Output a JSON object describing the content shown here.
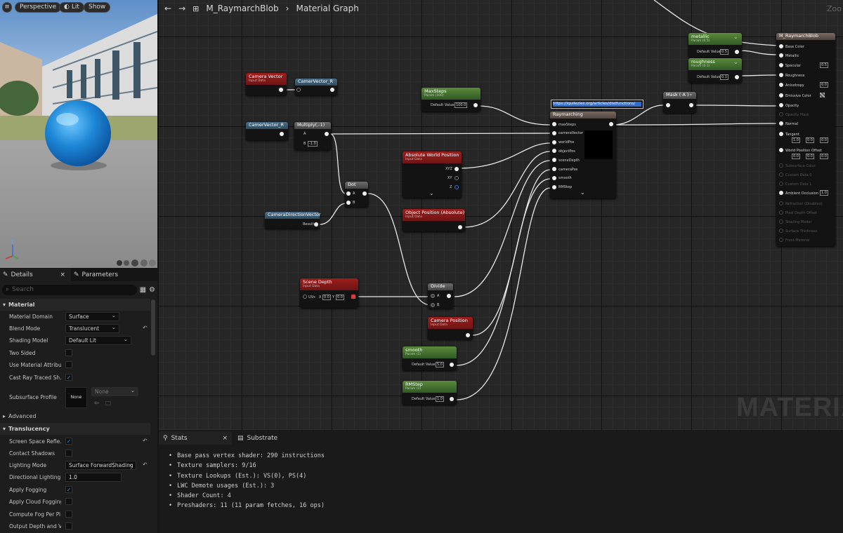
{
  "viewport": {
    "buttons": {
      "perspective": "Perspective",
      "lit": "Lit",
      "show": "Show"
    }
  },
  "details": {
    "tabs": {
      "details": "Details",
      "parameters": "Parameters"
    },
    "search_placeholder": "Search",
    "sections": {
      "material": "Material",
      "advanced": "Advanced",
      "translucency": "Translucency"
    },
    "material_rows": [
      {
        "label": "Material Domain",
        "value": "Surface"
      },
      {
        "label": "Blend Mode",
        "value": "Translucent"
      },
      {
        "label": "Shading Model",
        "value": "Default Lit"
      },
      {
        "label": "Two Sided",
        "checked": false
      },
      {
        "label": "Use Material Attribu...",
        "checked": false
      },
      {
        "label": "Cast Ray Traced Sh...",
        "checked": true
      },
      {
        "label": "Subsurface Profile",
        "value": "None",
        "thumb": "None"
      }
    ],
    "translucency_rows": [
      {
        "label": "Screen Space Refle...",
        "checked": true
      },
      {
        "label": "Contact Shadows",
        "checked": false
      },
      {
        "label": "Lighting Mode",
        "value": "Surface ForwardShading"
      },
      {
        "label": "Directional Lighting...",
        "value": "1.0"
      },
      {
        "label": "Apply Fogging",
        "checked": true
      },
      {
        "label": "Apply Cloud Fogging",
        "checked": false
      },
      {
        "label": "Compute Fog Per Pi...",
        "checked": false
      },
      {
        "label": "Output Depth and V...",
        "checked": false
      }
    ]
  },
  "graph": {
    "breadcrumb": {
      "asset": "M_RaymarchBlob",
      "graph": "Material Graph"
    },
    "zoom_label": "Zoo",
    "watermark": "MATERIA",
    "nodes": {
      "camera_vector": {
        "title": "Camera Vector",
        "sub": "Input Data"
      },
      "camervector_r_top": {
        "title": "CamerVector_R"
      },
      "camervector_r": {
        "title": "CamerVector_R"
      },
      "multiply": {
        "title": "Multiply(,-1)",
        "a": "A",
        "b": "B",
        "b_val": "-1.0"
      },
      "dot": {
        "title": "Dot",
        "a": "A",
        "b": "B"
      },
      "camera_direction": {
        "title": "CameraDirectionVector",
        "out": "Result"
      },
      "maxsteps": {
        "title": "MaxSteps",
        "sub": "Param (100)",
        "label": "Default Value",
        "value": "100.0"
      },
      "abs_world_pos": {
        "title": "Absolute World Position",
        "sub": "Input Data",
        "xyz": "XYZ",
        "xy": "XY",
        "z": "Z"
      },
      "object_pos": {
        "title": "Object Position (Absolute)",
        "sub": "Input Data"
      },
      "scene_depth": {
        "title": "Scene Depth",
        "sub": "Input Data",
        "uvs": "UVs",
        "x": "0.0",
        "y": "0.0"
      },
      "divide": {
        "title": "Divide",
        "a": "A",
        "b": "B"
      },
      "camera_position": {
        "title": "Camera Position",
        "sub": "Input Data"
      },
      "smooth": {
        "title": "smooth",
        "sub": "Param (1)",
        "label": "Default Value",
        "value": "5.0"
      },
      "rmstep": {
        "title": "RMStep",
        "sub": "Param (1)",
        "label": "Default Value",
        "value": "1.0"
      },
      "comment_link": "https://iquilezles.org/articles/distfunctions/",
      "raymarching": {
        "title": "Raymarching",
        "inputs": [
          "maxSteps",
          "cameraVector",
          "worldPos",
          "objectPos",
          "sceneDepth",
          "cameraPos",
          "smooth",
          "RMStep"
        ]
      },
      "mask": {
        "title": "Mask ( A )"
      },
      "metallic": {
        "title": "metallic",
        "sub": "Param (0.5)",
        "label": "Default Value",
        "value": "0.5"
      },
      "roughness": {
        "title": "roughness",
        "sub": "Param (0.1)",
        "label": "Default Value",
        "value": "0.1"
      },
      "result": {
        "title": "M_RaymarchBlob",
        "pins": [
          {
            "label": "Base Color"
          },
          {
            "label": "Metallic"
          },
          {
            "label": "Specular",
            "value": "0.5"
          },
          {
            "label": "Roughness"
          },
          {
            "label": "Anisotropy",
            "value": "0.0"
          },
          {
            "label": "Emissive Color"
          },
          {
            "label": "Opacity"
          },
          {
            "label": "Opacity Mask",
            "dim": true
          },
          {
            "label": "Normal"
          },
          {
            "label": "Tangent",
            "vec": [
              "1.0",
              "0.0",
              "0.0"
            ]
          },
          {
            "label": "World Position Offset",
            "vec": [
              "0.0",
              "0.0",
              "0.0"
            ]
          },
          {
            "label": "Subsurface Color",
            "dim": true
          },
          {
            "label": "Custom Data 0",
            "dim": true
          },
          {
            "label": "Custom Data 1",
            "dim": true
          },
          {
            "label": "Ambient Occlusion",
            "value": "1.0"
          },
          {
            "label": "Refraction (Disabled)",
            "dim": true
          },
          {
            "label": "Pixel Depth Offset",
            "dim": true
          },
          {
            "label": "Shading Model",
            "dim": true
          },
          {
            "label": "Surface Thickness",
            "dim": true
          },
          {
            "label": "Front Material",
            "dim": true
          }
        ]
      }
    }
  },
  "stats": {
    "tabs": {
      "stats": "Stats",
      "substrate": "Substrate"
    },
    "lines": [
      "Base pass vertex shader: 290 instructions",
      "Texture samplers: 9/16",
      "Texture Lookups (Est.): VS(0), PS(4)",
      "LWC Demote usages (Est.): 3",
      "Shader Count: 4",
      "Preshaders: 11  (11 param fetches, 16 ops)"
    ]
  },
  "colors": {
    "accent": "#3d8be0",
    "wire": "#e8e8e8",
    "graph_bg": "#262626",
    "panel_bg": "#1d1d1d"
  }
}
